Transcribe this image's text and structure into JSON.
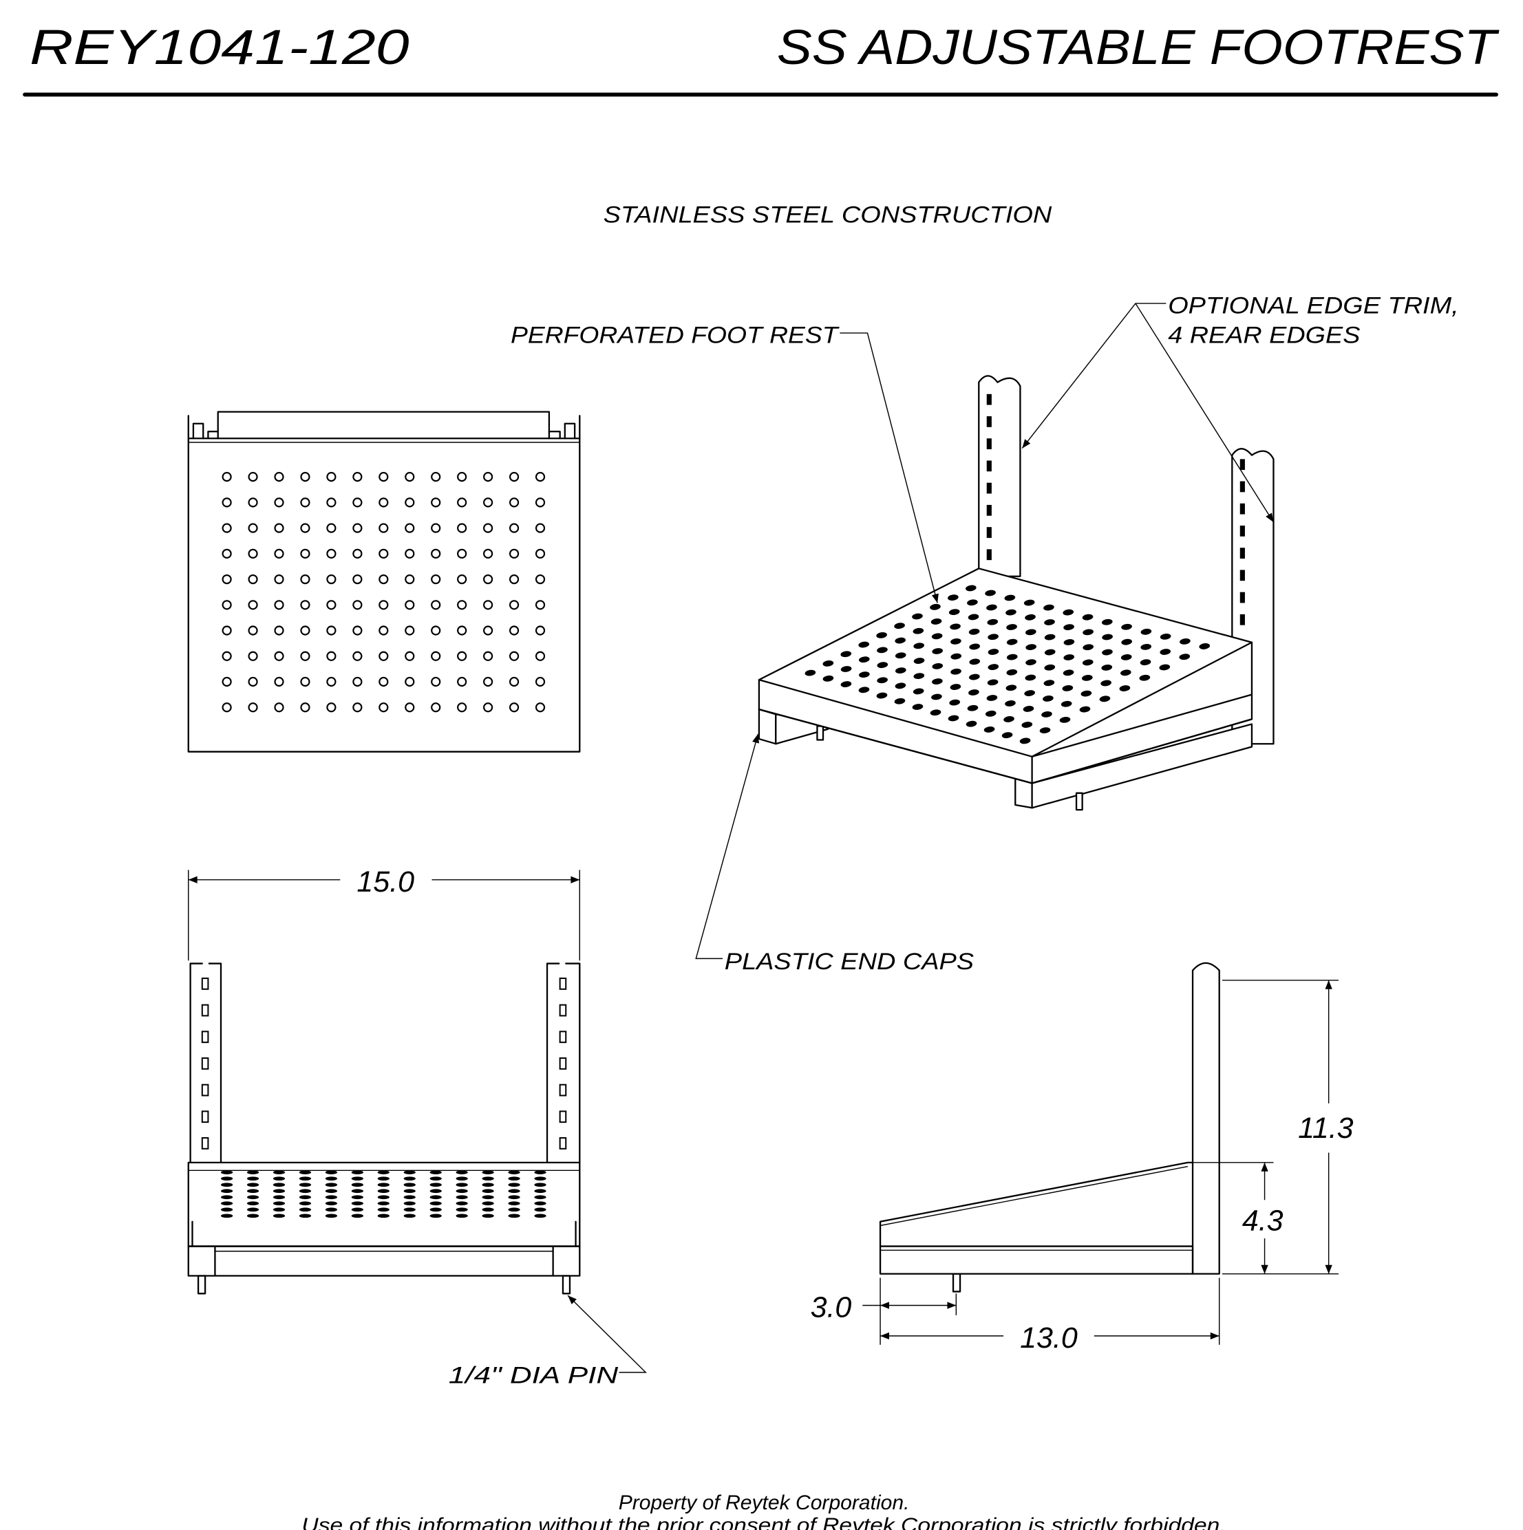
{
  "header": {
    "part_number": "REY1041-120",
    "title": "SS ADJUSTABLE FOOTREST"
  },
  "subtitle": "STAINLESS STEEL CONSTRUCTION",
  "callouts": {
    "perforated": "PERFORATED FOOT REST",
    "edge_trim_line1": "OPTIONAL EDGE TRIM,",
    "edge_trim_line2": "4 REAR EDGES",
    "end_caps": "PLASTIC END CAPS",
    "pin": "1/4\" DIA PIN"
  },
  "dimensions": {
    "width": "15.0",
    "height": "11.3",
    "shelf_height": "4.3",
    "pin_offset": "3.0",
    "depth": "13.0"
  },
  "footer": {
    "line1": "Property of Reytek Corporation.",
    "line2": "Use of this information without the prior consent of Reytek Corporation is strictly forbidden."
  },
  "colors": {
    "ink": "#000000",
    "paper": "#ffffff"
  }
}
